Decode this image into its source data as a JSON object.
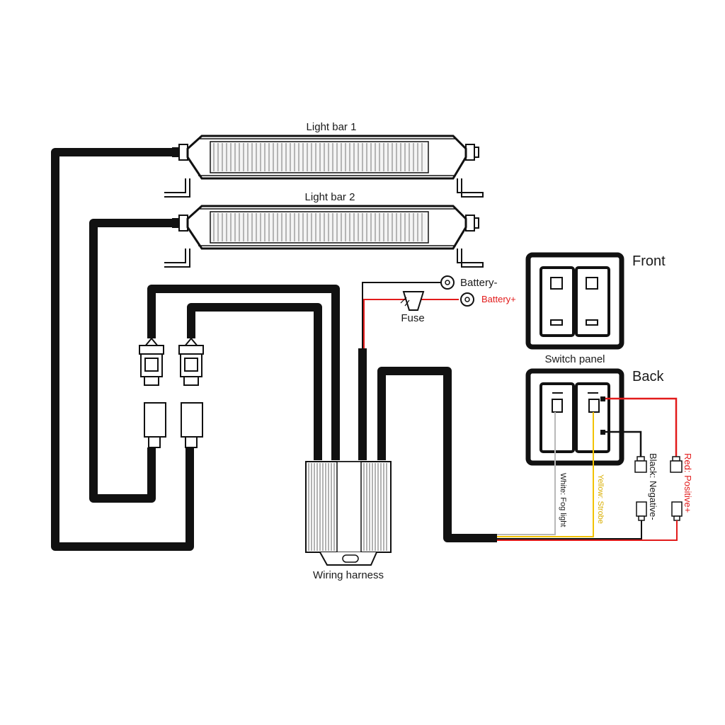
{
  "labels": {
    "light_bar_1": "Light bar 1",
    "light_bar_2": "Light bar 2",
    "battery_neg": "Battery-",
    "battery_pos": "Battery+",
    "fuse": "Fuse",
    "front": "Front",
    "switch_panel": "Switch panel",
    "back": "Back",
    "wiring_harness": "Wiring harness",
    "white_wire": "White: Fog light",
    "yellow_wire": "Yellow: Strobe",
    "black_wire": "Black: Negative-",
    "red_wire": "Red: Positive+"
  },
  "colors": {
    "cable": "#111111",
    "positive": "#e21b1b",
    "strobe": "#f2c200",
    "fog": "#b8b8b8",
    "label": "#1a1a1a",
    "battery_pos_label": "#e21b1b"
  },
  "icons": [
    "light-bar-icon",
    "connector-plug-icon",
    "ring-terminal-icon",
    "fuse-icon",
    "rocker-switch-icon",
    "junction-box-icon",
    "spade-terminal-icon"
  ]
}
